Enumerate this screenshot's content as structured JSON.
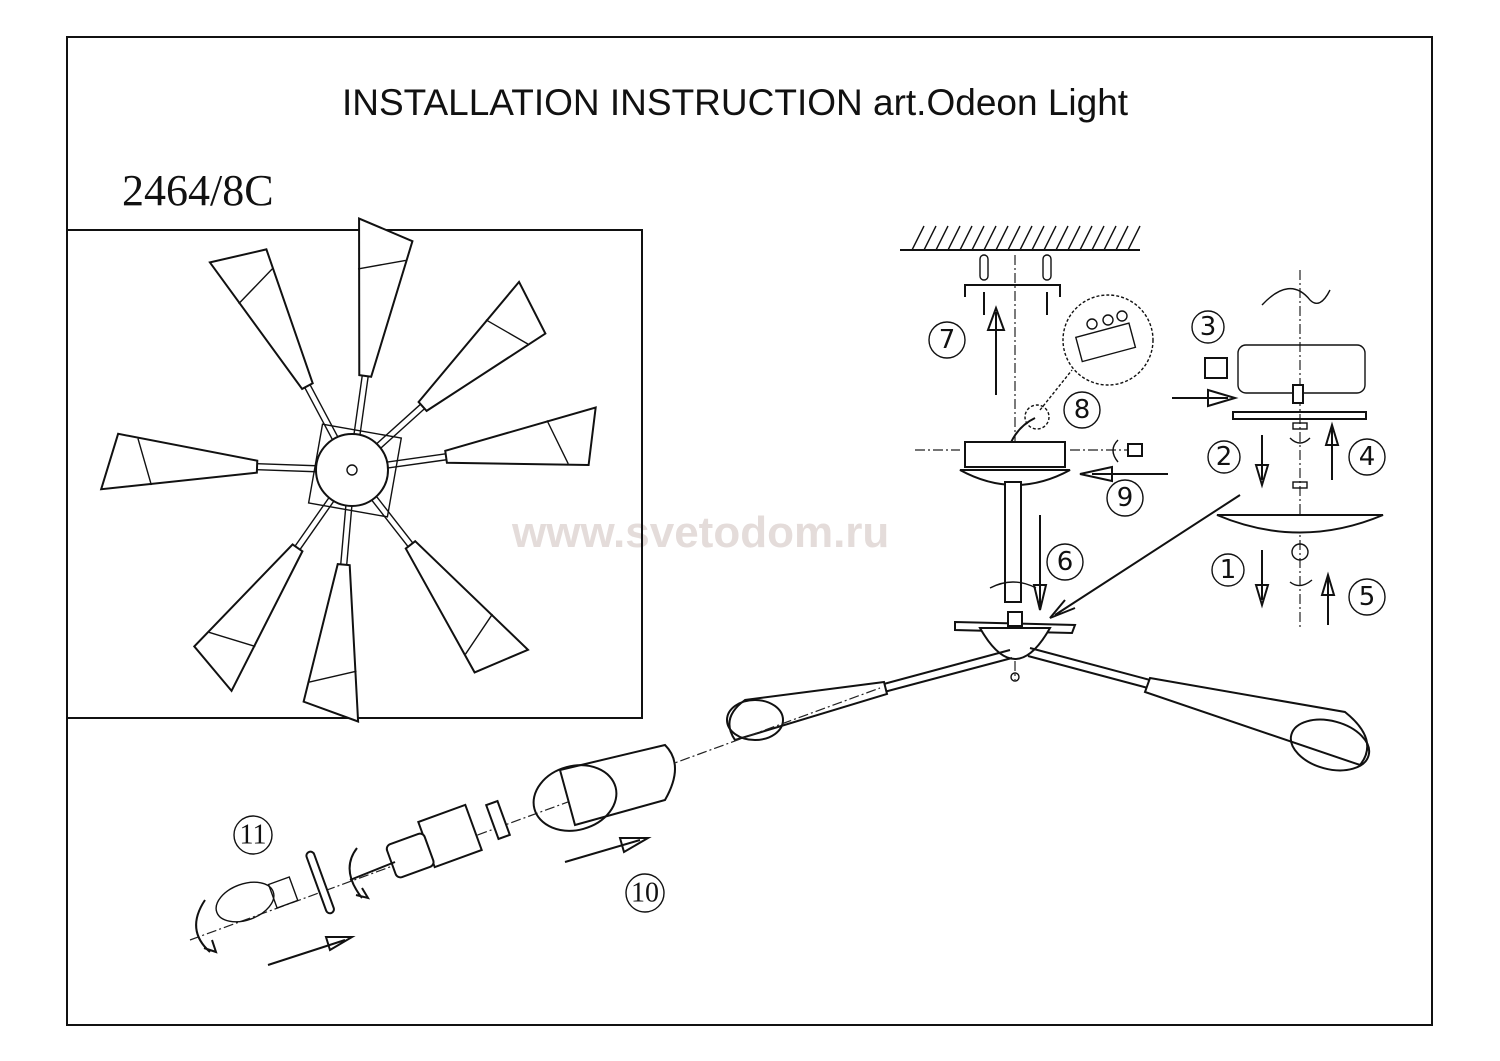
{
  "header": {
    "title": "INSTALLATION INSTRUCTION art.Odeon Light",
    "model": "2464/8C"
  },
  "watermark": "www.svetodom.ru",
  "steps": [
    "1",
    "2",
    "3",
    "4",
    "5",
    "6",
    "7",
    "8",
    "9",
    "10",
    "11"
  ],
  "colors": {
    "line": "#111111",
    "watermark": "#e4dcda",
    "background": "#ffffff"
  }
}
